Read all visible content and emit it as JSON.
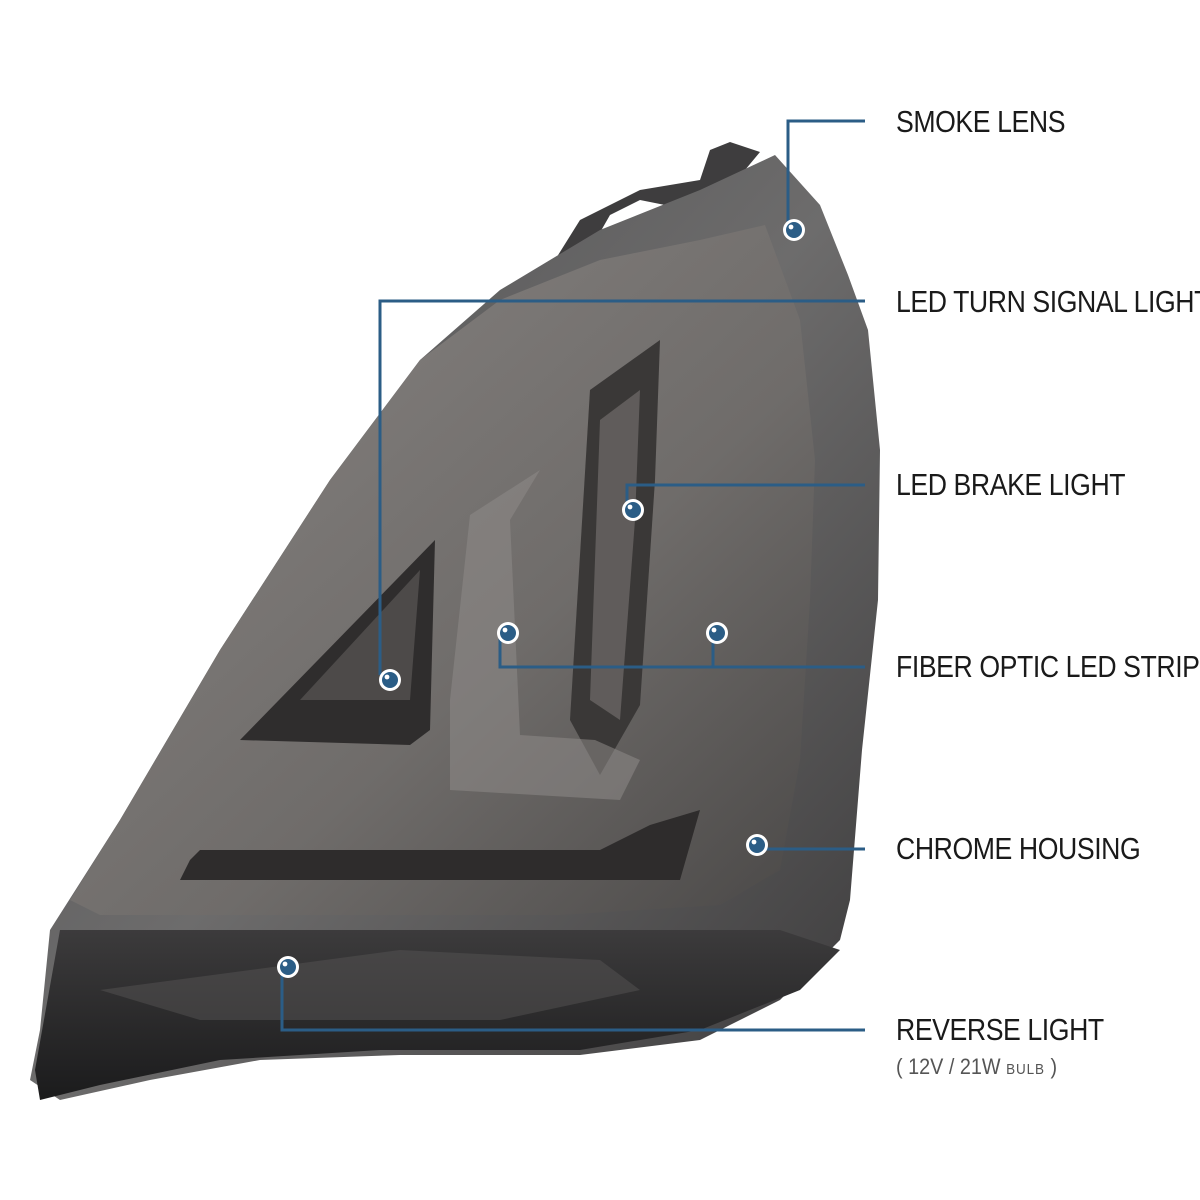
{
  "accent_color": "#2b5d86",
  "callouts": {
    "smoke_lens": "SMOKE LENS",
    "turn_signal": "LED TURN SIGNAL LIGHT",
    "brake_light": "LED BRAKE LIGHT",
    "fiber_optic": "FIBER OPTIC LED STRIP",
    "chrome_housing": "CHROME HOUSING",
    "reverse_light": "REVERSE LIGHT",
    "reverse_spec_open": "(",
    "reverse_spec_value": "12V / 21W",
    "reverse_spec_unit": "BULB",
    "reverse_spec_close": ")"
  }
}
